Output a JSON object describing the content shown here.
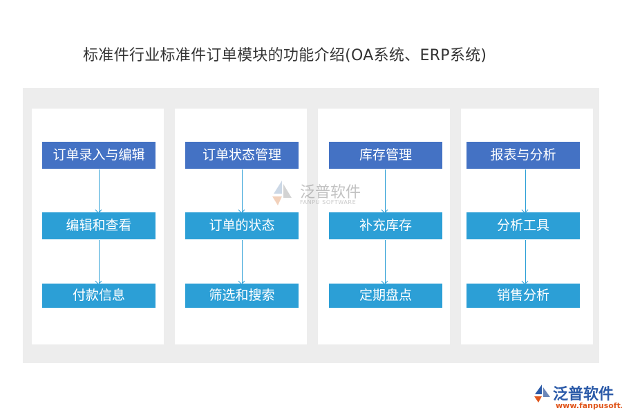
{
  "title": "标准件行业标准件订单模块的功能介绍(OA系统、ERP系统)",
  "columns": [
    {
      "header": "订单录入与编辑",
      "items": [
        "编辑和查看",
        "付款信息"
      ]
    },
    {
      "header": "订单状态管理",
      "items": [
        "订单的状态",
        "筛选和搜索"
      ]
    },
    {
      "header": "库存管理",
      "items": [
        "补充库存",
        "定期盘点"
      ]
    },
    {
      "header": "报表与分析",
      "items": [
        "分析工具",
        "销售分析"
      ]
    }
  ],
  "watermark": {
    "name": "泛普软件",
    "sub": "FANPU SOFTWARE"
  },
  "brand": {
    "name": "泛普软件",
    "url": "www.fanpusoft.com"
  },
  "colors": {
    "header": "#4472c4",
    "item": "#2c9fd6",
    "panel": "#ededed"
  }
}
